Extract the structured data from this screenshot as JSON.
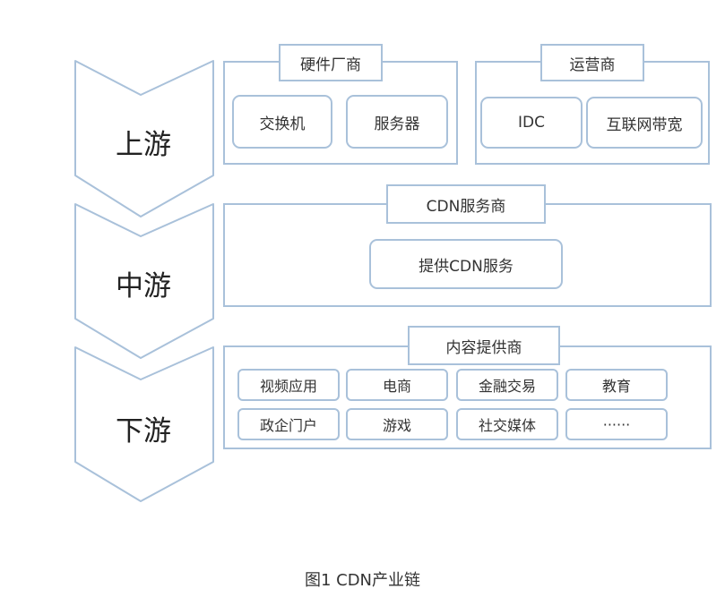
{
  "colors": {
    "border": "#a9c1da",
    "text": "#333333"
  },
  "stages": [
    "上游",
    "中游",
    "下游"
  ],
  "upstream": {
    "hardware": {
      "label": "硬件厂商",
      "items": [
        "交换机",
        "服务器"
      ]
    },
    "operator": {
      "label": "运营商",
      "items": [
        "IDC",
        "互联网带宽"
      ]
    }
  },
  "midstream": {
    "label": "CDN服务商",
    "item": "提供CDN服务"
  },
  "downstream": {
    "label": "内容提供商",
    "items": [
      "视频应用",
      "电商",
      "金融交易",
      "教育",
      "政企门户",
      "游戏",
      "社交媒体",
      "······"
    ]
  },
  "caption": "图1 CDN产业链"
}
